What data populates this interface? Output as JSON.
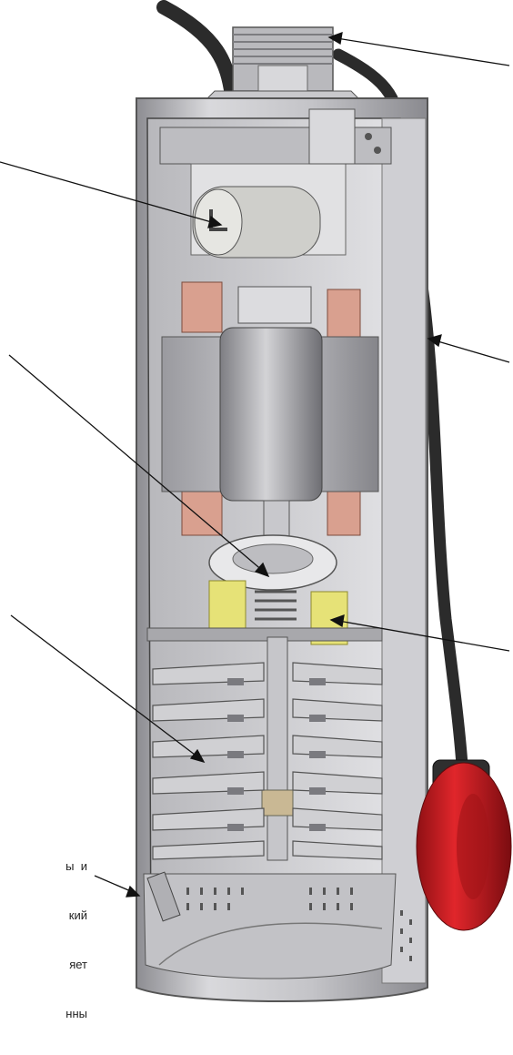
{
  "caption_fragment": {
    "lines": [
      "ы  и",
      "кий",
      "яет",
      "нны"
    ]
  },
  "colors": {
    "steel_light": "#d6d6d8",
    "steel_mid": "#a9a9ad",
    "steel_dark": "#6f6f74",
    "copper": "#d9a08f",
    "yellow_bearing": "#e6e277",
    "float_red": "#d21f24",
    "cable_black": "#2b2b2b"
  },
  "callouts": [
    {
      "id": "outlet-thread",
      "side": "right"
    },
    {
      "id": "cable-connector",
      "side": "left"
    },
    {
      "id": "ball-bearing",
      "side": "left"
    },
    {
      "id": "housing",
      "side": "right"
    },
    {
      "id": "impellers",
      "side": "left"
    },
    {
      "id": "mechanical-seal",
      "side": "right"
    },
    {
      "id": "inlet-strainer",
      "side": "left"
    }
  ]
}
